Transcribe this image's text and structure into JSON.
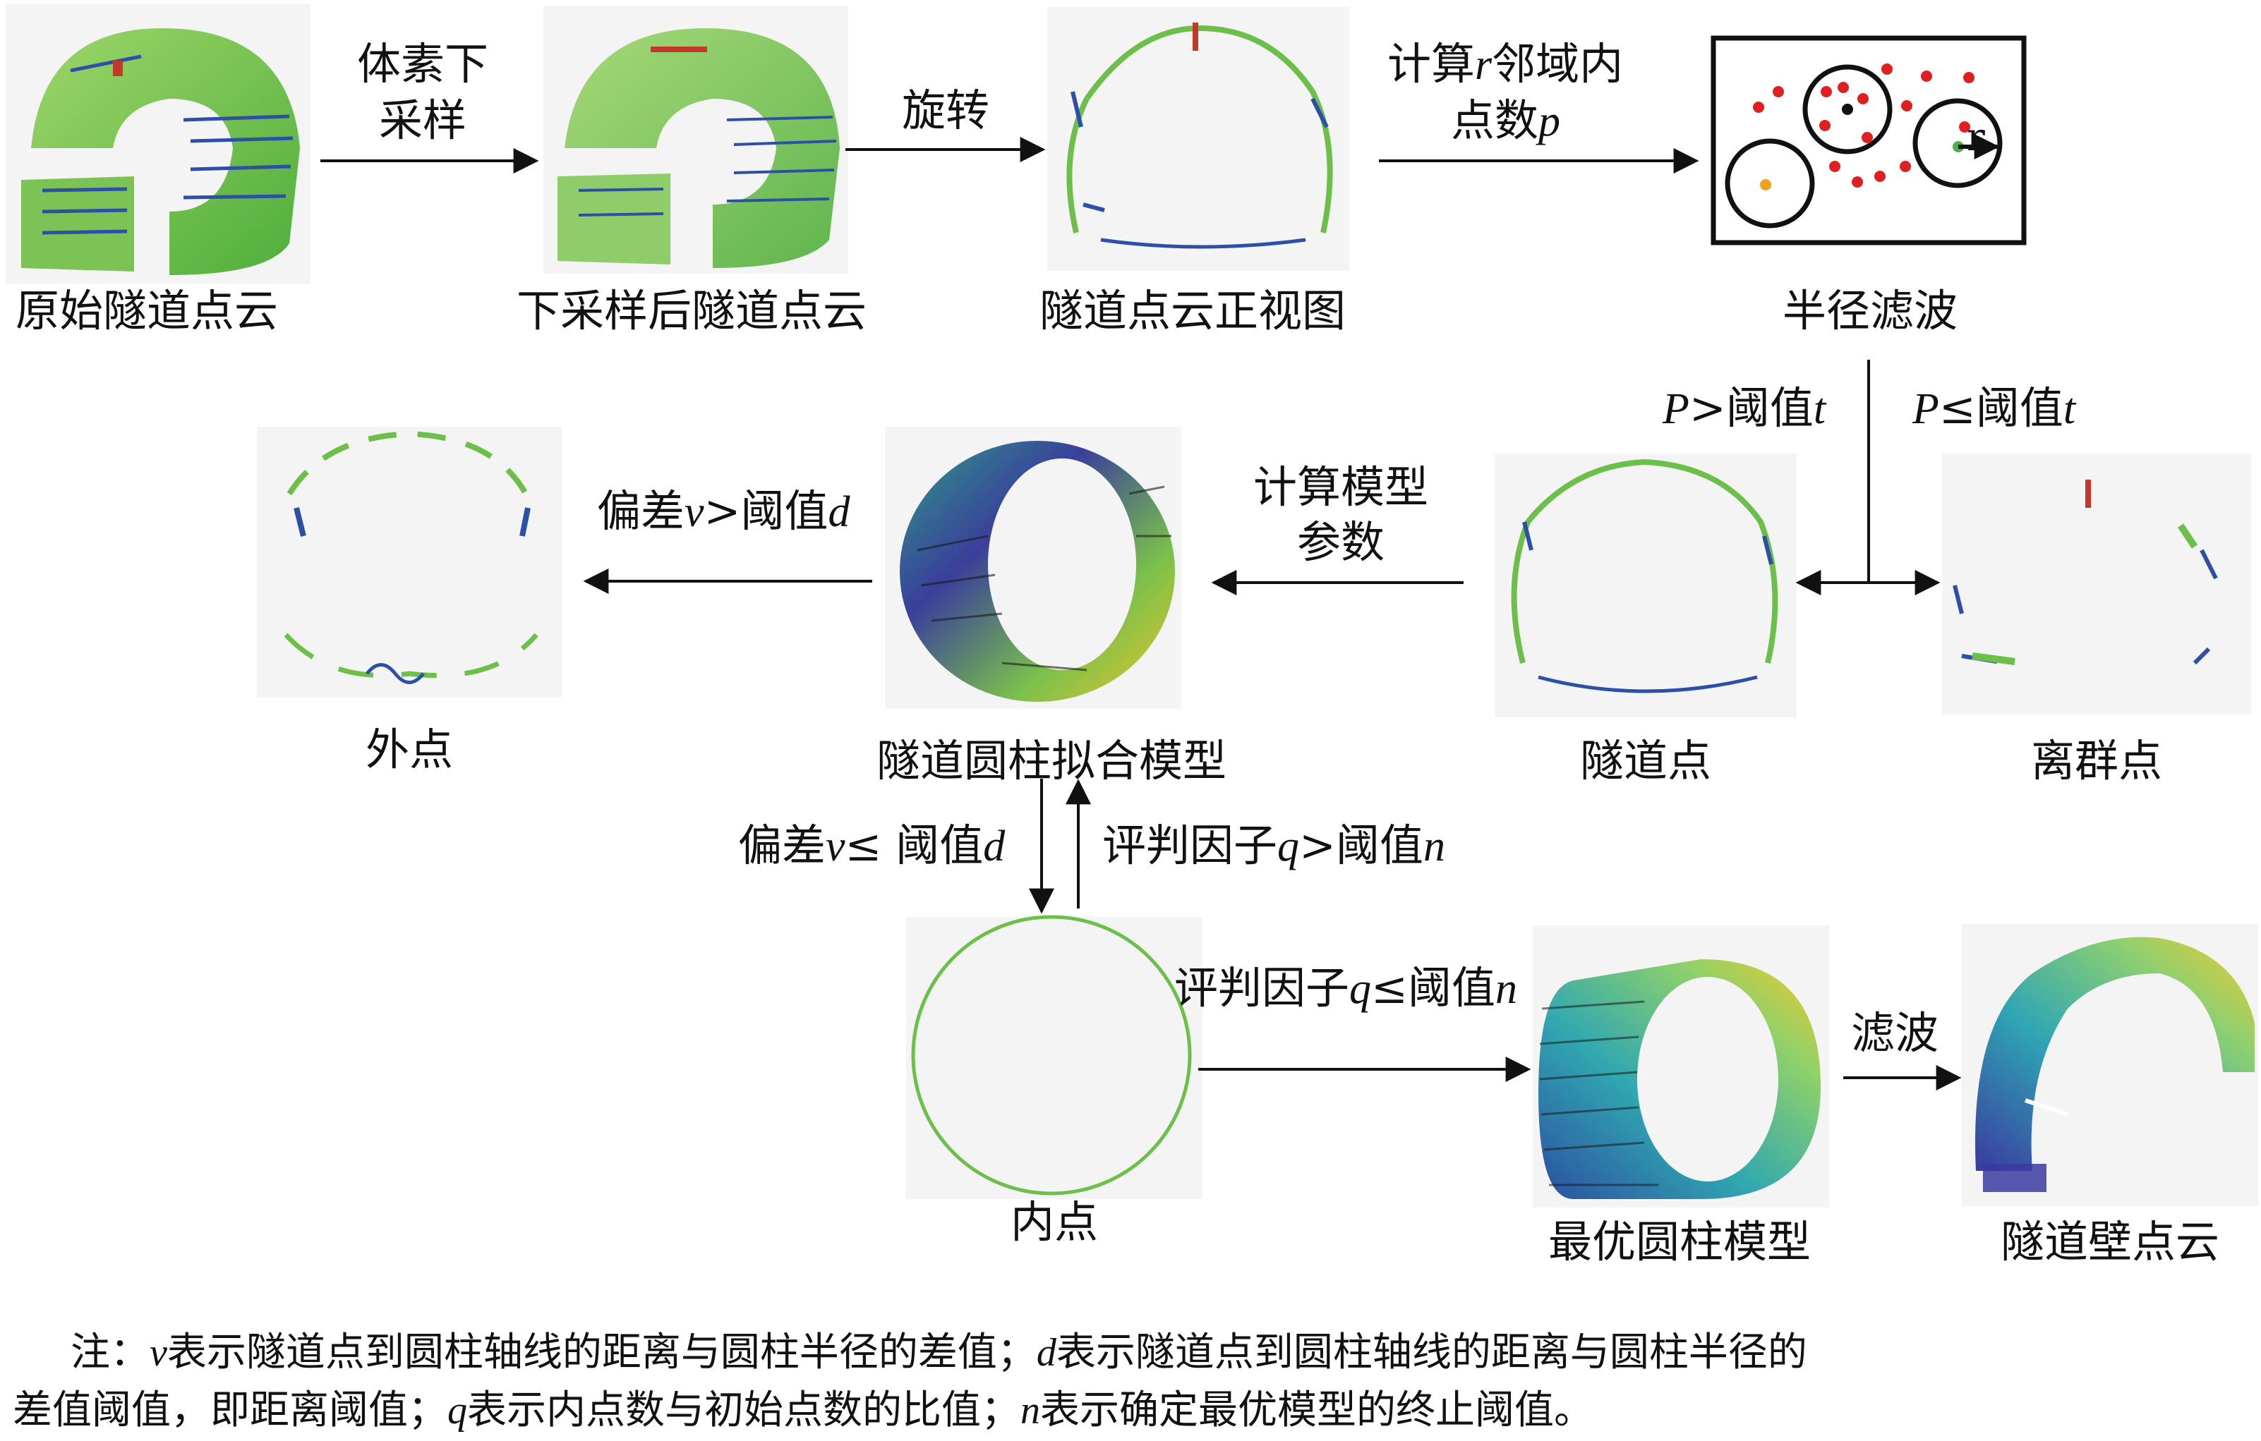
{
  "nodes": {
    "raw_cloud": "原始隧道点云",
    "downsampled_cloud": "下采样后隧道点云",
    "front_view": "隧道点云正视图",
    "radius_filter": "半径滤波",
    "tunnel_points": "隧道点",
    "outlier_points": "离群点",
    "cylinder_fit_model": "隧道圆柱拟合模型",
    "outer_points": "外点",
    "inner_points": "内点",
    "best_cylinder": "最优圆柱模型",
    "wall_cloud": "隧道壁点云"
  },
  "edges": {
    "voxel_line1": "体素下",
    "voxel_line2": "采样",
    "rotate": "旋转",
    "count_pre": "计算",
    "count_r": "r",
    "count_mid": "邻域内",
    "count_line2_pre": "点数",
    "count_p": "p",
    "keep_P": "P",
    "keep_rest": ">阈值",
    "keep_t": "t",
    "drop_P": "P",
    "drop_rest": "≤阈值",
    "drop_t": "t",
    "calc_line1": "计算模型",
    "calc_line2": "参数",
    "outer_pre": "偏差",
    "outer_v": "v",
    "outer_mid": ">阈值",
    "outer_d": "d",
    "inner_pre": "偏差",
    "inner_v": "v",
    "inner_mid": "≤ 阈值",
    "inner_d": "d",
    "back_pre": "评判因子",
    "back_q": "q",
    "back_mid": ">阈值",
    "back_n": "n",
    "best_pre": "评判因子",
    "best_q": "q",
    "best_mid": "≤阈值",
    "best_n": "n",
    "filter": "滤波"
  },
  "filter_box": {
    "radius_label": "r"
  },
  "note": {
    "l1_a": "注：",
    "l1_v": "v",
    "l1_b": "表示隧道点到圆柱轴线的距离与圆柱半径的差值；",
    "l1_d": "d",
    "l1_c": "表示隧道点到圆柱轴线的距离与圆柱半径的",
    "l2_a": "差值阈值，即距离阈值；",
    "l2_q": "q",
    "l2_b": "表示内点数与初始点数的比值；",
    "l2_n": "n",
    "l2_c": "表示确定最优模型的终止阈值。"
  },
  "colors": {
    "cloud_green": "#6cc04a",
    "cloud_blue": "#2d4fa8",
    "outlier_red": "#e02020",
    "center_orange": "#f0a020",
    "center_green": "#4caf50"
  }
}
